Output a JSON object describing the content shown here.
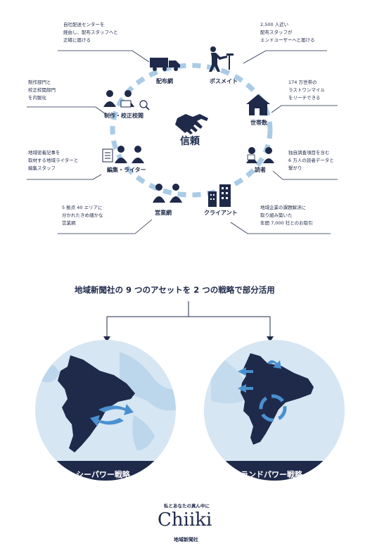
{
  "center": {
    "label": "信頼"
  },
  "nodes": {
    "haifumo": "配布網",
    "posmate": "ポスメイト",
    "setaisu": "世帯数",
    "dokusha": "読者",
    "client": "クライアント",
    "eigyomo": "営業網",
    "henshu": "編集・ライター",
    "seisaku": "制作・校正校閲"
  },
  "notes": {
    "top_left": "自社配送センターを\n経由し、配布スタッフへと\n正確に届ける",
    "top_right": "2,500 人近い\n配布スタッフが\nエンドユーザーへと届ける",
    "right_1": "174 万世帯の\nラストワンマイル\nをリーチできる",
    "right_2": "独自調査項目を含む\n6 万人の読者データと\n繋がり",
    "right_3": "地域企業の課題解決に\n取り組み築いた\n年間 7,000 社とのお取引",
    "left_1": "制作部門と\n校正校閲部門\nを内製化",
    "left_2": "地域密着記事を\n取材する地域ライターと\n編集スタッフ",
    "left_3": "5 拠点 40 エリアに\n分かれたきめ細かな\n営業網"
  },
  "headline": "地域新聞社の 9 つのアセットを 2 つの戦略で部分活用",
  "strategies": {
    "left": "シーパワー戦略",
    "right": "ランドパワー戦略"
  },
  "footer": {
    "tagline": "私とあなたの真ん中に",
    "logo": "Chiiki",
    "company": "地域新聞社"
  },
  "colors": {
    "navy": "#1f2a4a",
    "light_blue": "#a9cbe6",
    "globe_blue": "#d6e6f3",
    "arrow_blue": "#4a90d0"
  }
}
